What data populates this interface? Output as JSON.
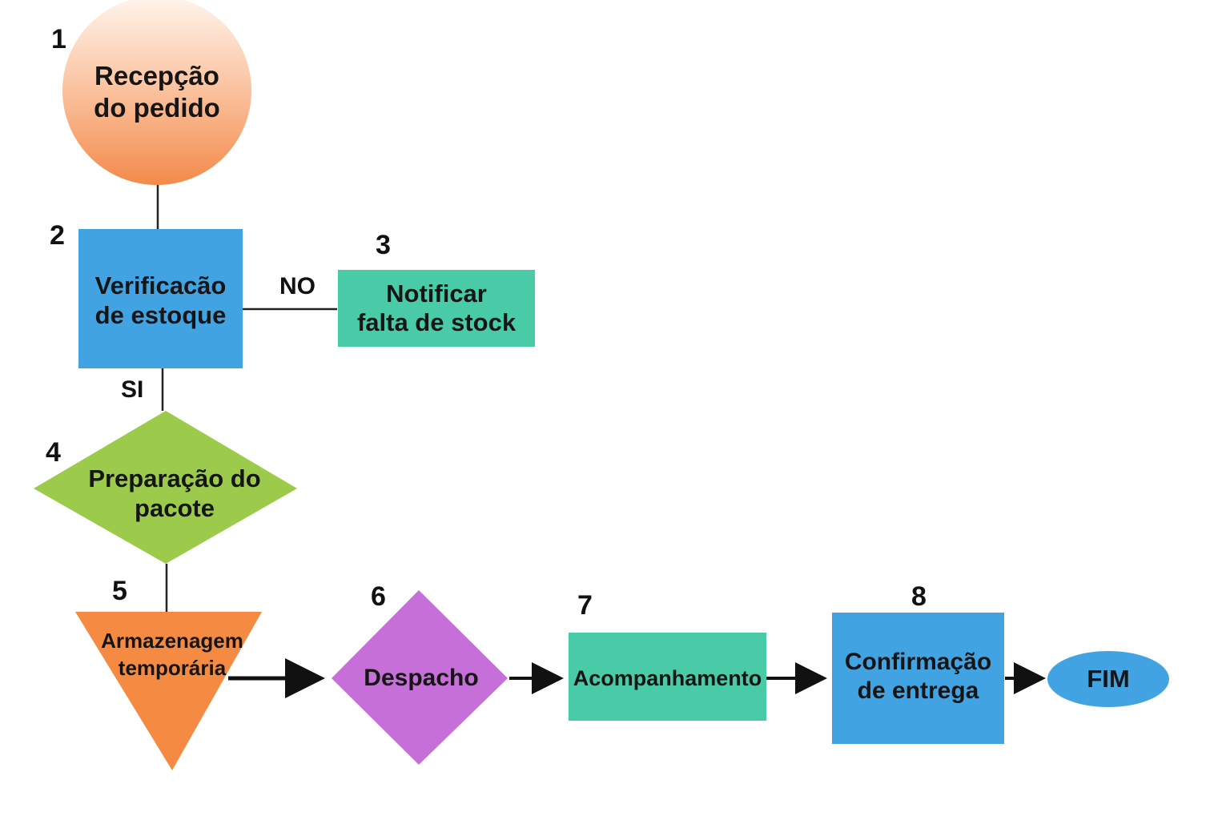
{
  "nodes": [
    {
      "number": "1",
      "label_lines": [
        "Recepção",
        "do pedido"
      ],
      "shape": "circle",
      "color": "#f5a070"
    },
    {
      "number": "2",
      "label_lines": [
        "Verificacão",
        "de estoque"
      ],
      "shape": "rectangle",
      "color": "#42a3e2"
    },
    {
      "number": "3",
      "label_lines": [
        "Notificar",
        "falta de stock"
      ],
      "shape": "rectangle",
      "color": "#48cba6"
    },
    {
      "number": "4",
      "label_lines": [
        "Preparação do",
        "pacote"
      ],
      "shape": "diamond",
      "color": "#9ccb4c"
    },
    {
      "number": "5",
      "label_lines": [
        "Armazenagem",
        "temporária"
      ],
      "shape": "triangle-down",
      "color": "#f58b42"
    },
    {
      "number": "6",
      "label_lines": [
        "Despacho"
      ],
      "shape": "diamond",
      "color": "#c76fd8"
    },
    {
      "number": "7",
      "label_lines": [
        "Acompanhamento"
      ],
      "shape": "rectangle",
      "color": "#48cba6"
    },
    {
      "number": "8",
      "label_lines": [
        "Confirmação",
        "de entrega"
      ],
      "shape": "rectangle",
      "color": "#42a3e2"
    },
    {
      "number": "",
      "label_lines": [
        "FIM"
      ],
      "shape": "ellipse",
      "color": "#42a3e2"
    }
  ],
  "edges": [
    {
      "from": "1",
      "to": "2",
      "label": ""
    },
    {
      "from": "2",
      "to": "3",
      "label": "NO"
    },
    {
      "from": "2",
      "to": "4",
      "label": "SI"
    },
    {
      "from": "4",
      "to": "5",
      "label": ""
    },
    {
      "from": "5",
      "to": "6",
      "label": ""
    },
    {
      "from": "6",
      "to": "7",
      "label": ""
    },
    {
      "from": "7",
      "to": "8",
      "label": ""
    },
    {
      "from": "8",
      "to": "FIM",
      "label": ""
    }
  ]
}
